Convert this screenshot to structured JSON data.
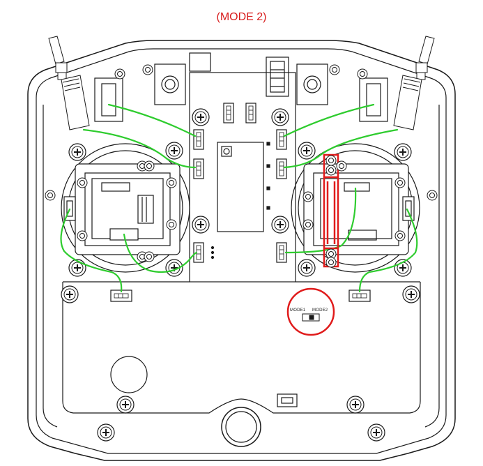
{
  "title": {
    "paren_open": "(",
    "text": "MODE 2",
    "paren_close": ")"
  },
  "switch_labels": {
    "mode1": "MODE1",
    "mode2": "MODE2"
  },
  "colors": {
    "line": "#1a1a1a",
    "wire": "#2ecc2e",
    "highlight": "#e01b1b",
    "title": "#d81e1e"
  }
}
